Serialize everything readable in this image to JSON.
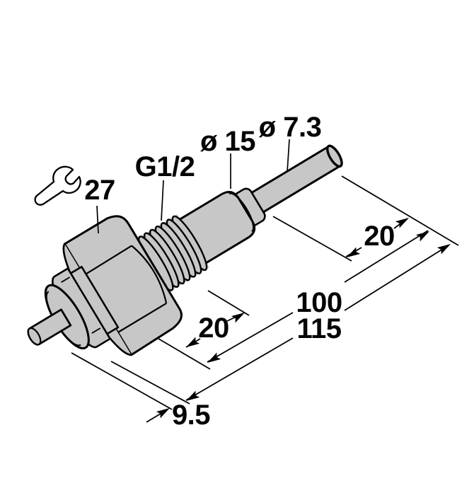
{
  "drawing": {
    "kind": "technical dimension drawing",
    "background_color": "#ffffff",
    "part_fill_color": "#c7c7c7",
    "line_color": "#000000",
    "text_color": "#050505"
  },
  "icons": {
    "wrench": "open-end-wrench"
  },
  "annotations": {
    "wrench_size": "27",
    "thread_designation": "G1/2",
    "body_diameter": "ø 15",
    "probe_diameter": "ø 7.3",
    "probe_section_length": "20",
    "thread_section_length": "20",
    "length_inner": "100",
    "length_total": "115",
    "rear_offset": "9.5"
  }
}
